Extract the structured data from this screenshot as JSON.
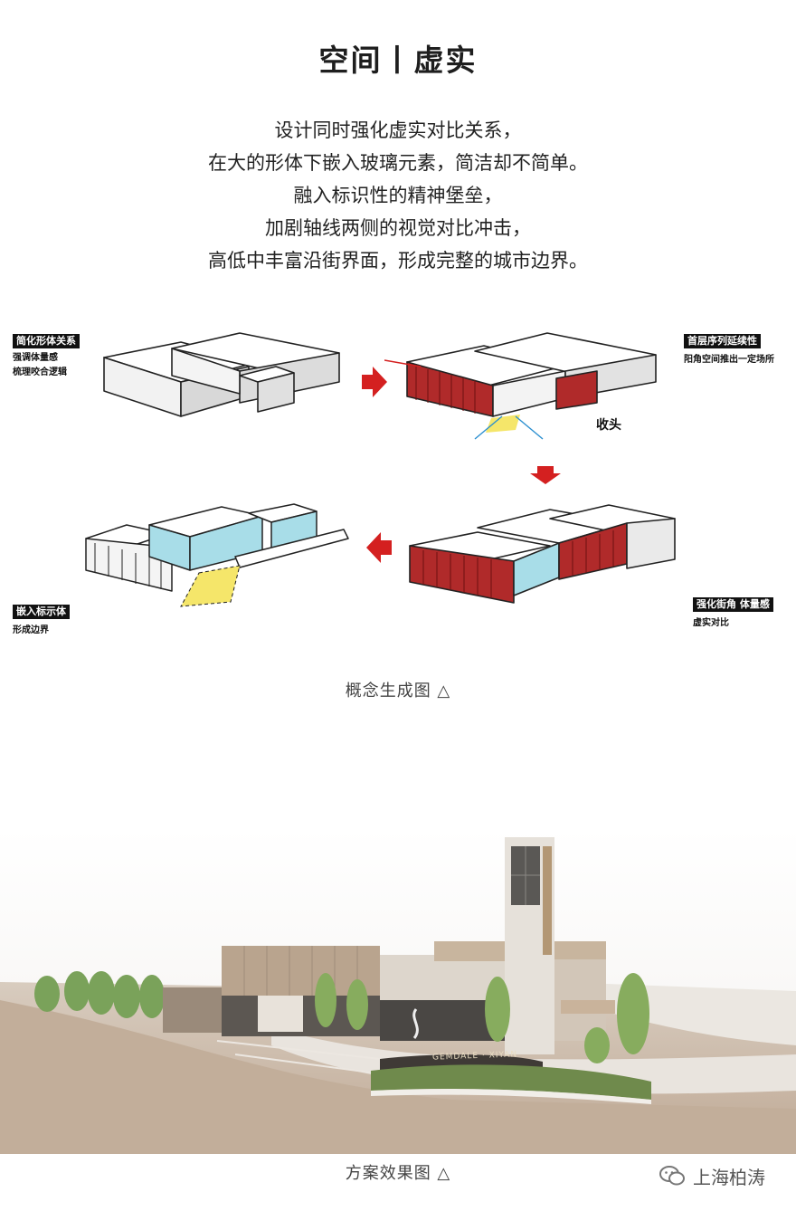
{
  "title": "空间丨虚实",
  "paragraph": [
    "设计同时强化虚实对比关系，",
    "在大的形体下嵌入玻璃元素，简洁却不简单。",
    "融入标识性的精神堡垒，",
    "加剧轴线两侧的视觉对比冲击，",
    "高低中丰富沿街界面，形成完整的城市边界。"
  ],
  "diagram": {
    "step1": {
      "tag": "简化形体关系",
      "lines": [
        "强调体量感",
        "梳理咬合逻辑"
      ]
    },
    "step2": {
      "tag": "首层序列延续性",
      "lines": [
        "阳角空间推出一定场所"
      ],
      "annotation": "收头"
    },
    "step3": {
      "tag": "强化街角 体量感",
      "lines": [
        "虚实对比"
      ]
    },
    "step4": {
      "tag": "嵌入标示体",
      "lines": [
        "形成边界"
      ]
    },
    "arrow_color": "#d42020",
    "glass_color": "#a8dde8",
    "red_color": "#b02a2a",
    "highlight_color": "#f5e66a"
  },
  "caption1": "概念生成图 △",
  "caption2": "方案效果图 △",
  "rendering": {
    "sign_text": "GEMDALE · XIYAN"
  },
  "watermark": {
    "text": "上海柏涛",
    "icon": "wechat-icon"
  }
}
